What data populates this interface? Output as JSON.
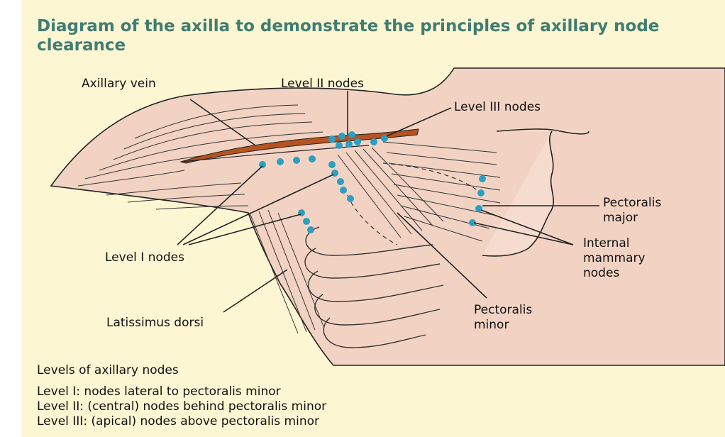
{
  "title": "Diagram of the axilla to demonstrate the principles of axillary node clearance",
  "labels": {
    "axillary_vein": "Axillary vein",
    "level_ii_nodes": "Level II nodes",
    "level_iii_nodes": "Level III nodes",
    "pectoralis_major": [
      "Pectoralis",
      "major"
    ],
    "internal_mammary_nodes": [
      "Internal",
      "mammary",
      "nodes"
    ],
    "level_i_nodes": "Level I nodes",
    "pectoralis_minor": [
      "Pectoralis",
      "minor"
    ],
    "latissimus_dorsi": "Latissimus dorsi"
  },
  "legend": {
    "heading": "Levels of axillary nodes",
    "items": [
      "Level I: nodes lateral to pectoralis minor",
      "Level II: (central) nodes behind pectoralis minor",
      "Level III: (apical) nodes above pectoralis minor"
    ]
  },
  "colors": {
    "background": "#fdf6d3",
    "title": "#3f7d72",
    "skin": "#f2d3c3",
    "vein": "#b5541e",
    "node": "#2a9fc2",
    "line": "#222222"
  }
}
